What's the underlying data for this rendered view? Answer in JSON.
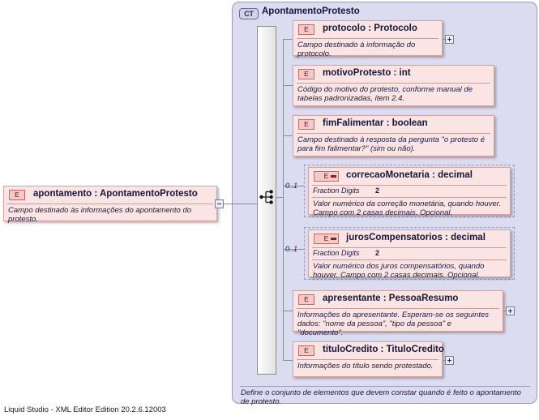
{
  "app": {
    "footer": "Liquid Studio - XML Editor Edition 20.2.6.12003"
  },
  "diagram": {
    "complex_type": {
      "tag": "CT",
      "name": "ApontamentoProtesto",
      "description": "Define o conjunto de elementos que devem constar quando é feito o apontamento de protesto."
    },
    "root_element": {
      "tag": "E",
      "name": "apontamento : ApontamentoProtesto",
      "description": "Campo destinado às informações do apontamento do protesto.",
      "collapse_button": "minus"
    },
    "compositor": "sequence",
    "elements": [
      {
        "tag": "E",
        "name": "protocolo : Protocolo",
        "description": "Campo destinado à informação do protocolo.",
        "optional": false,
        "cardinality": "",
        "facet_label": "",
        "facet_value": "",
        "expander": "plus"
      },
      {
        "tag": "E",
        "name": "motivoProtesto : int",
        "description": "Código do motivo do protesto,  conforme manual de tabelas padronizadas, item 2.4.",
        "optional": false,
        "cardinality": "",
        "facet_label": "",
        "facet_value": "",
        "expander": ""
      },
      {
        "tag": "E",
        "name": "fimFalimentar : boolean",
        "description": "Campo destinado à resposta da pergunta \"o protesto é para fim falimentar?\" (sim ou não).",
        "optional": false,
        "cardinality": "",
        "facet_label": "",
        "facet_value": "",
        "expander": ""
      },
      {
        "tag": "E",
        "name": "correcaoMonetaria : decimal",
        "description": "Valor numérico da correção monetária, quando houver. Campo com 2 casas decimais. Opcional.",
        "optional": true,
        "cardinality": "0..1",
        "facet_label": "Fraction Digits",
        "facet_value": "2",
        "expander": ""
      },
      {
        "tag": "E",
        "name": "jurosCompensatorios : decimal",
        "description": "Valor numérico dos juros compensatórios, quando houver. Campo com 2 casas decimais. Opcional.",
        "optional": true,
        "cardinality": "0..1",
        "facet_label": "Fraction Digits",
        "facet_value": "2",
        "expander": ""
      },
      {
        "tag": "E",
        "name": "apresentante : PessoaResumo",
        "description": "Informações do apresentante. Esperam-se os seguintes dados: \"nome da pessoa\", \"tipo da pessoa\" e \"documento\".",
        "optional": false,
        "cardinality": "",
        "facet_label": "",
        "facet_value": "",
        "expander": "plus"
      },
      {
        "tag": "E",
        "name": "tituloCredito : TituloCredito",
        "description": "Informações do título sendo protestado.",
        "optional": false,
        "cardinality": "",
        "facet_label": "",
        "facet_value": "",
        "expander": "plus"
      }
    ]
  }
}
